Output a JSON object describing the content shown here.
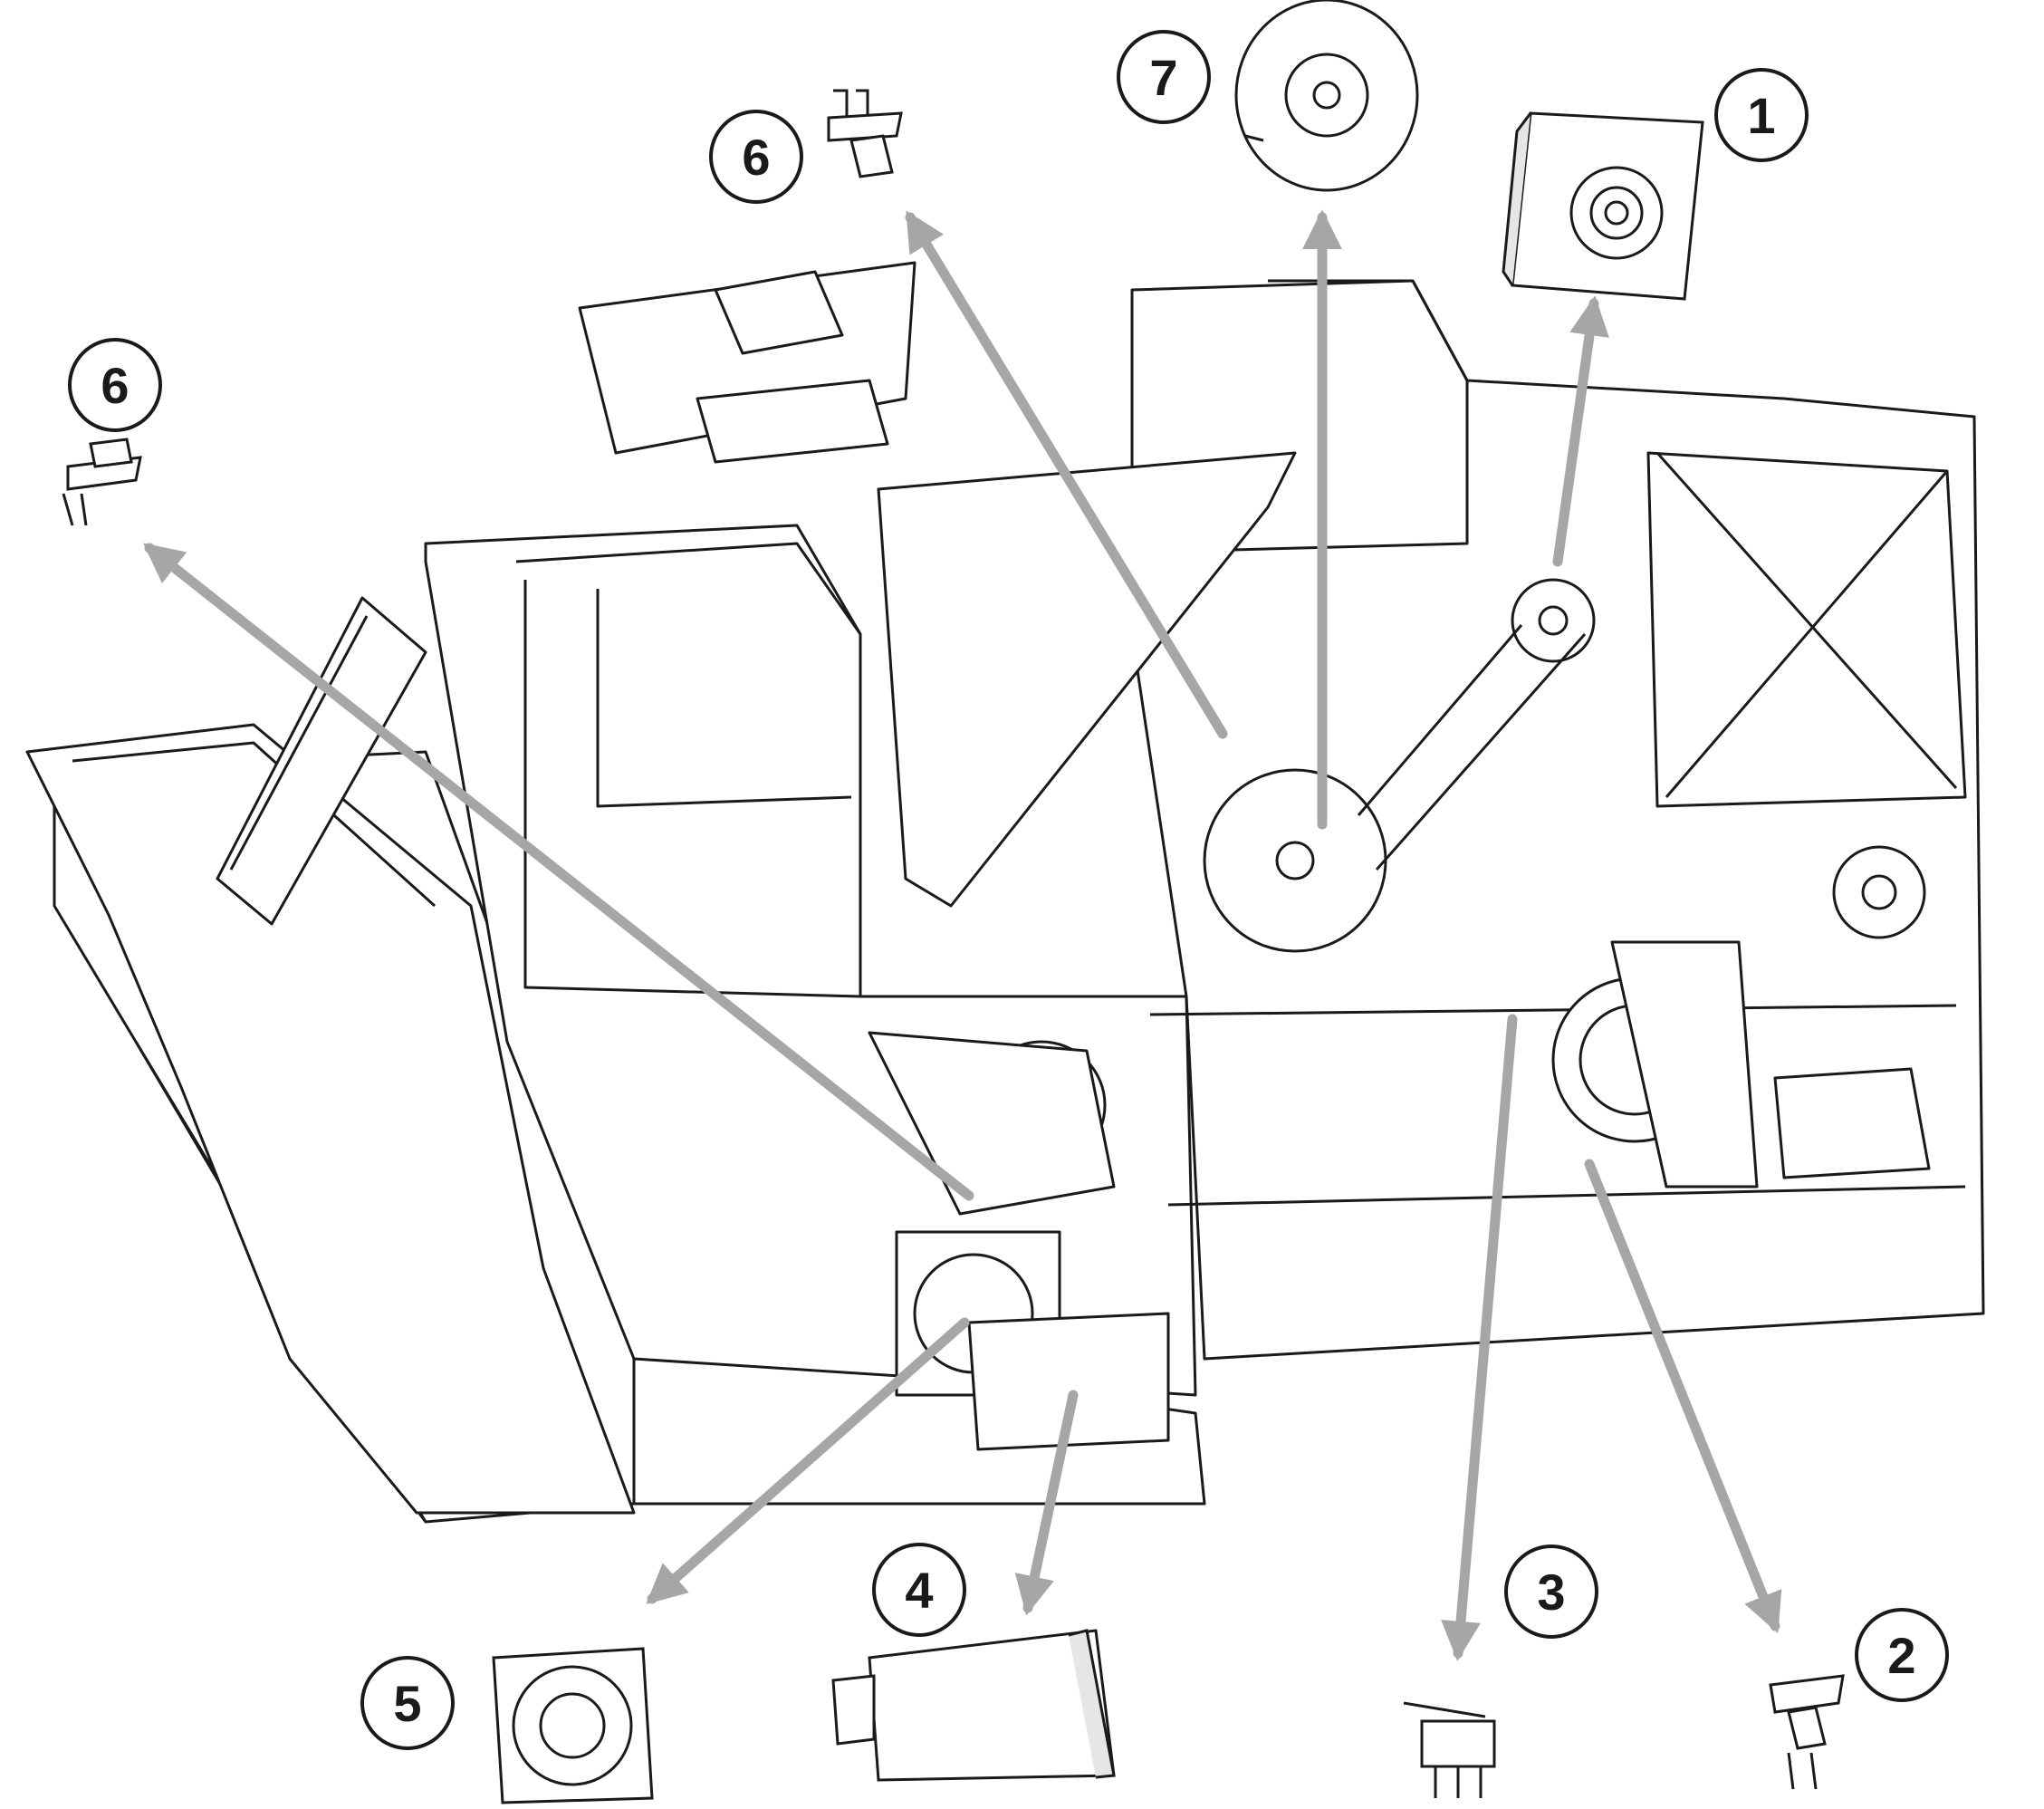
{
  "diagram": {
    "callouts": [
      {
        "id": "c1",
        "label": "1"
      },
      {
        "id": "c2",
        "label": "2"
      },
      {
        "id": "c3",
        "label": "3"
      },
      {
        "id": "c4",
        "label": "4"
      },
      {
        "id": "c5",
        "label": "5"
      },
      {
        "id": "c6a",
        "label": "6"
      },
      {
        "id": "c6b",
        "label": "6"
      },
      {
        "id": "c7",
        "label": "7"
      }
    ],
    "colors": {
      "line": "#1a1a1a",
      "arrow": "#a6a6a6",
      "background": "#ffffff"
    },
    "icons": {
      "c1": "stepper-motor-icon",
      "c2": "optical-sensor-icon",
      "c3": "micro-switch-icon",
      "c4": "solenoid-module-icon",
      "c5": "cooling-fan-icon",
      "c6a": "optical-sensor-icon",
      "c6b": "optical-sensor-icon",
      "c7": "encoder-disc-icon"
    }
  }
}
